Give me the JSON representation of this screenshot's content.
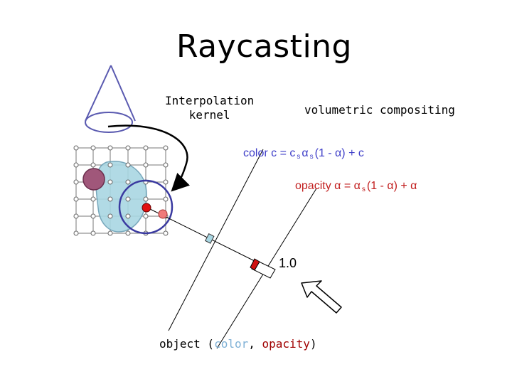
{
  "title": "Raycasting",
  "labels": {
    "kernel_line1": "Interpolation",
    "kernel_line2": "kernel",
    "compositing": "volumetric compositing",
    "ray_value": "1.0"
  },
  "formulas": {
    "color": {
      "prefix": "color c = c",
      "sub1": "s",
      "alpha_sym": "α",
      "sub2": "s",
      "rest": "(1 - α) + c"
    },
    "opacity": {
      "prefix": "opacity α = α",
      "sub": "s",
      "rest": "(1 - α) + α"
    }
  },
  "object_caption": {
    "prefix": "object (",
    "color_word": "color",
    "separator": ", ",
    "opacity_word": "opacity",
    "suffix": ")"
  },
  "colors": {
    "color_formula": "#3e3ec8",
    "opacity_formula": "#c21f1f",
    "volume_fill": "#a9d7e3",
    "kernel_circle": "#3a3aa0",
    "sample_red": "#e01010",
    "sample_purple": "#a0577a"
  },
  "icons": [
    "view-cone-icon",
    "arrow-icon",
    "eye-arrow-icon"
  ]
}
